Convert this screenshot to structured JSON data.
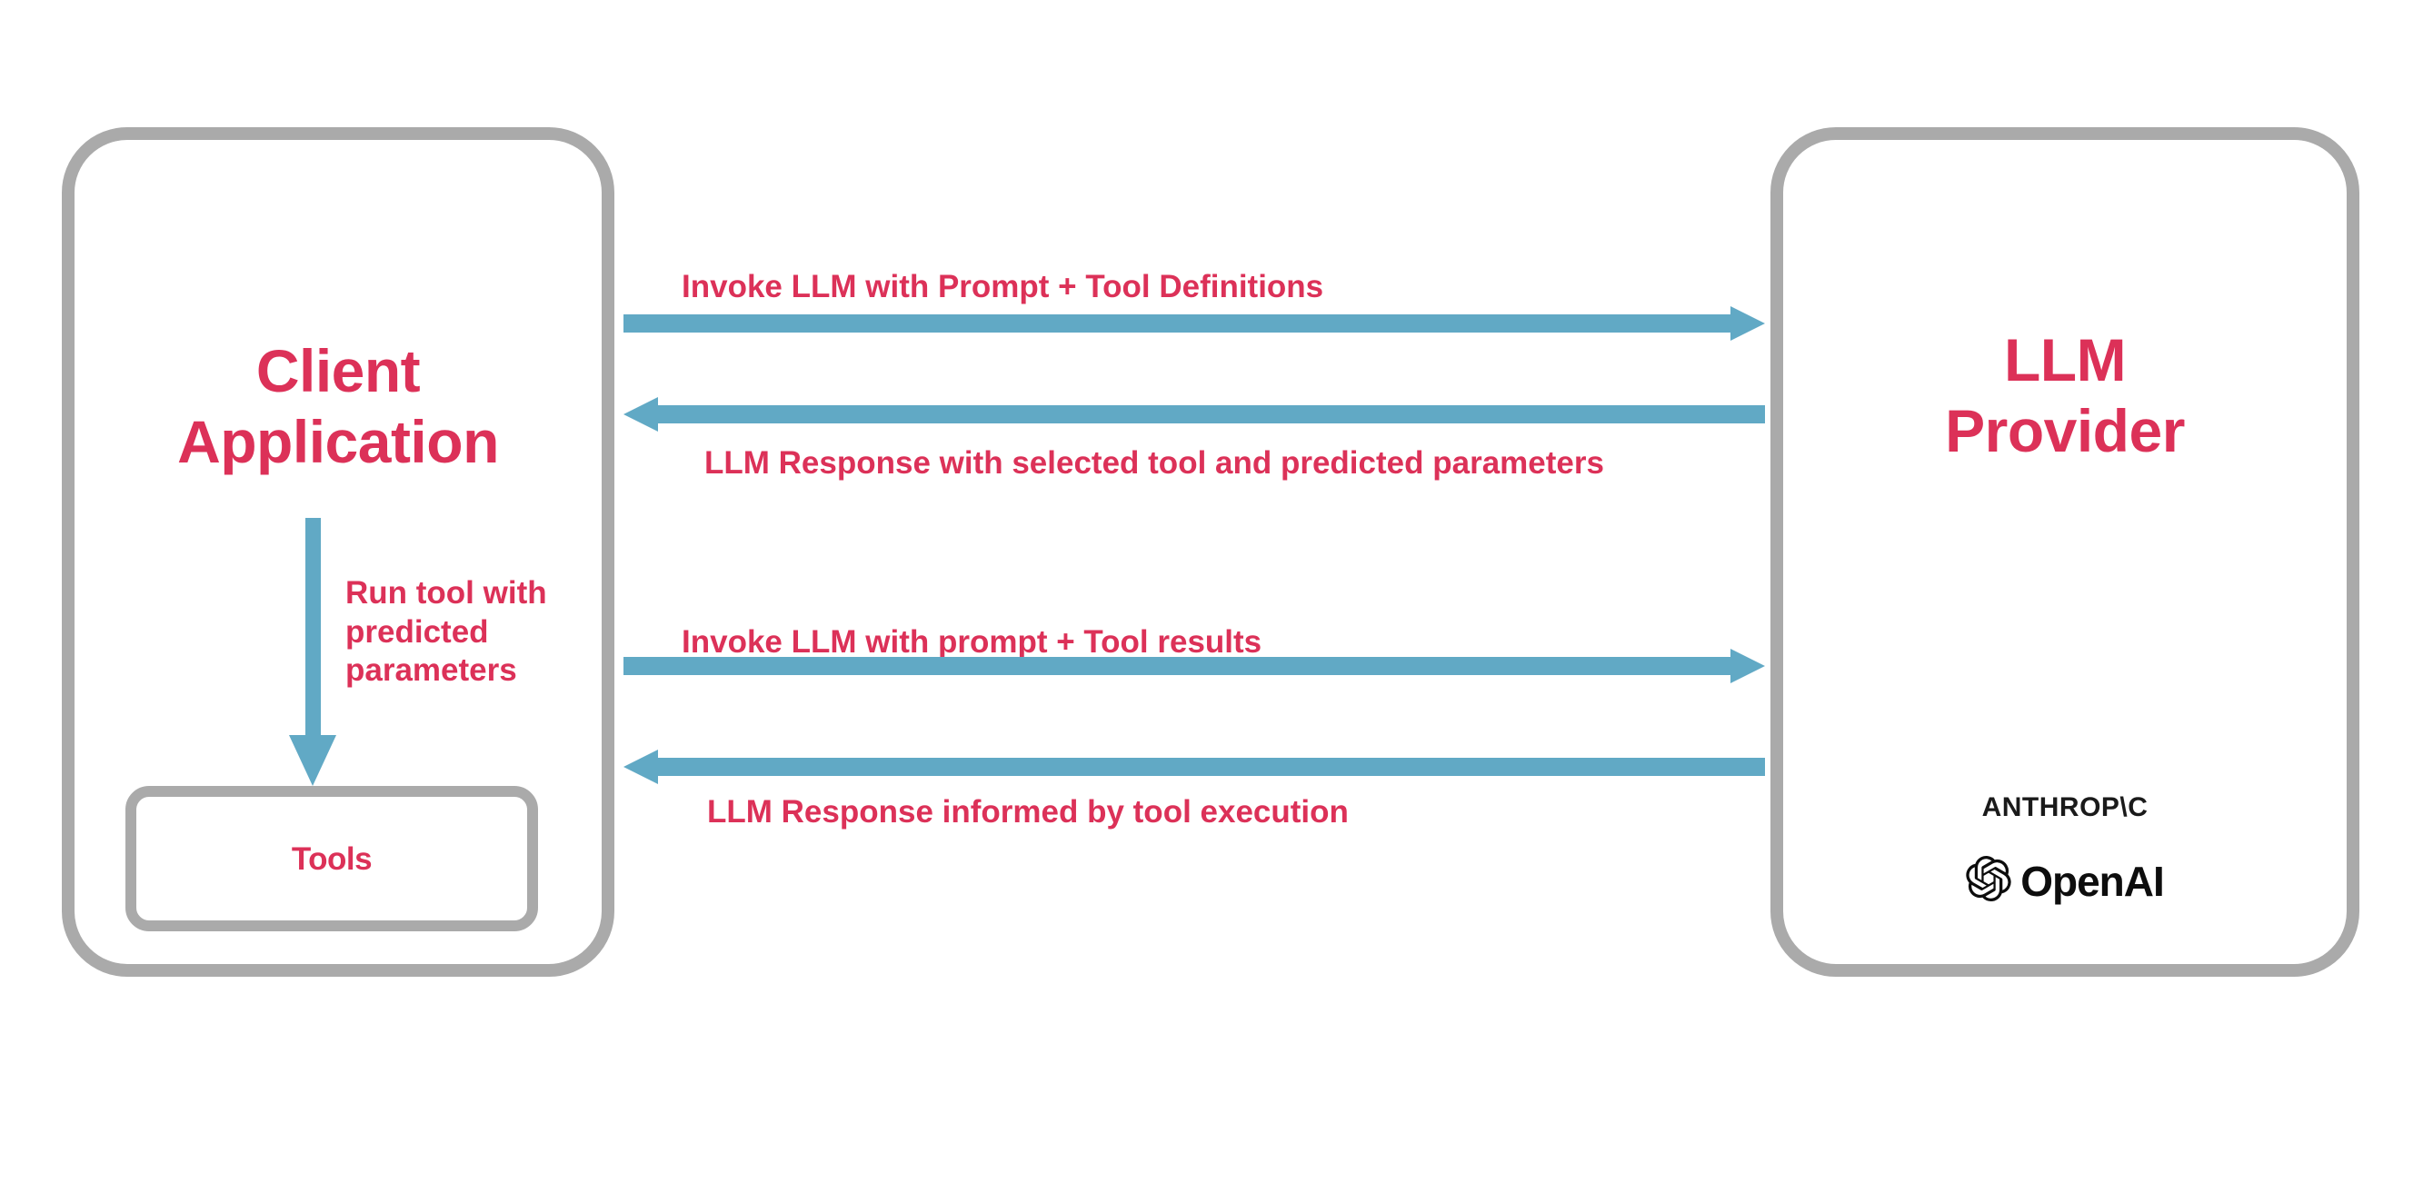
{
  "diagram": {
    "title": "LLM tool-calling interaction flow",
    "colors": {
      "accent_text": "#dc3158",
      "arrow": "#61a9c5",
      "box_border": "#aaaaaa",
      "logo_text": "#0d0d0d",
      "background": "#ffffff"
    }
  },
  "nodes": {
    "client": {
      "label": "Client\nApplication",
      "inner": {
        "tools": {
          "label": "Tools"
        }
      }
    },
    "provider": {
      "label": "LLM\nProvider",
      "logos": [
        {
          "name": "anthropic-logo",
          "text": "ANTHROP\\C"
        },
        {
          "name": "openai-logo",
          "text": "OpenAI"
        }
      ]
    }
  },
  "edges": [
    {
      "id": "invoke-llm-tools",
      "label": "Invoke LLM with Prompt + Tool Definitions",
      "direction": "right",
      "from": "client",
      "to": "provider"
    },
    {
      "id": "llm-response-tool-selection",
      "label": "LLM Response with selected tool and predicted parameters",
      "direction": "left",
      "from": "provider",
      "to": "client"
    },
    {
      "id": "invoke-llm-results",
      "label": "Invoke LLM with prompt + Tool results",
      "direction": "right",
      "from": "client",
      "to": "provider"
    },
    {
      "id": "llm-response-final",
      "label": "LLM Response informed by tool execution",
      "direction": "left",
      "from": "provider",
      "to": "client"
    },
    {
      "id": "run-tool",
      "label": "Run tool with predicted parameters",
      "direction": "down",
      "from": "client",
      "to": "tools"
    }
  ]
}
